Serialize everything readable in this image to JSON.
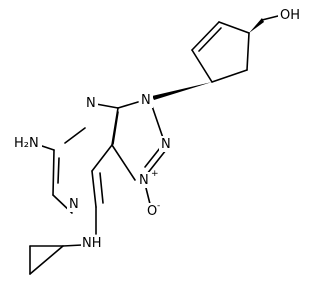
{
  "molecule": {
    "labels": {
      "oh": "OH",
      "n9": "N",
      "n3": "N",
      "n1": "N",
      "n8": "N",
      "n7": "N",
      "n7_charge": "+",
      "o_n_oxide": "O",
      "o_charge": "-",
      "nh2": "H₂N",
      "nh": "NH"
    }
  }
}
